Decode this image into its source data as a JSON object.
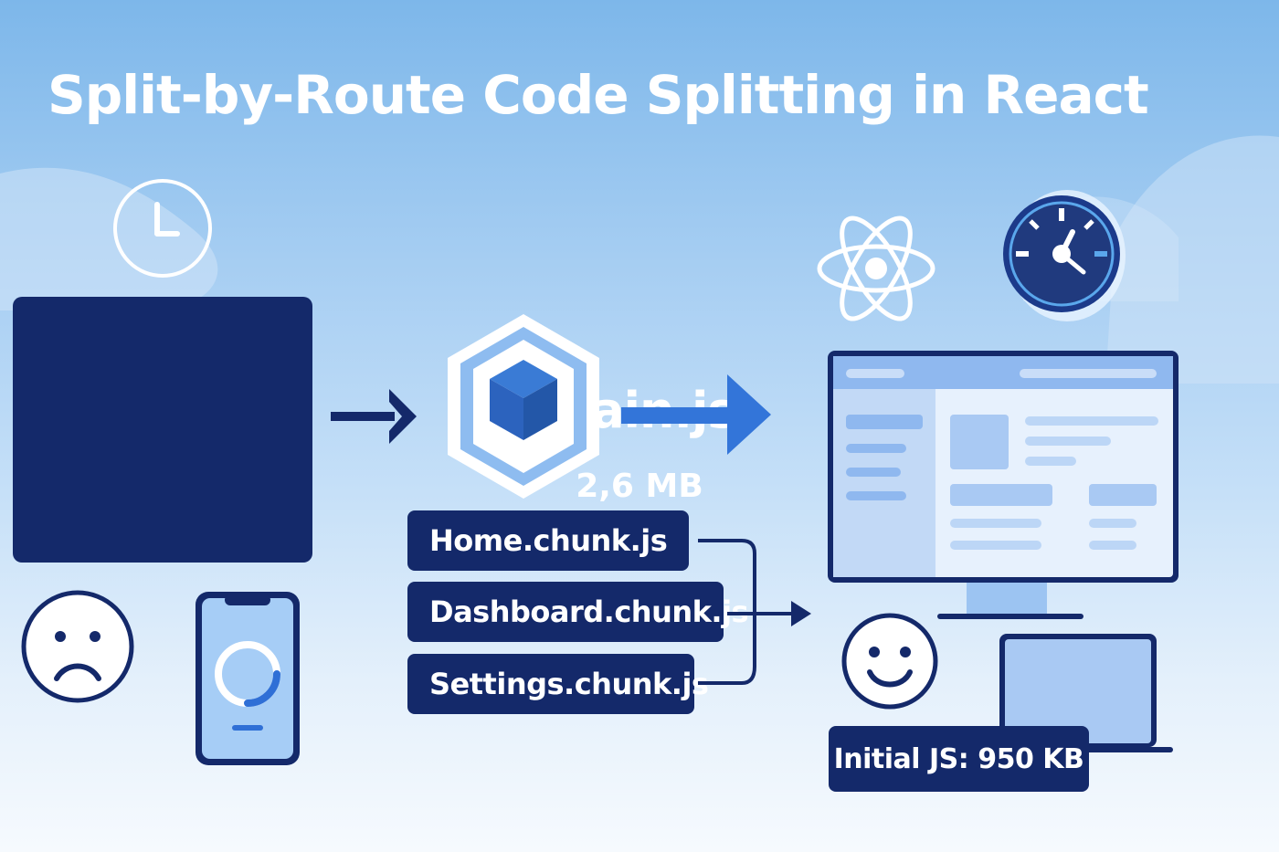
{
  "title": "Split-by-Route Code Splitting in React",
  "main_bundle": {
    "name": "Main.js",
    "size": "2,6 MB"
  },
  "chunks": [
    "Home.chunk.js",
    "Dashboard.chunk.js",
    "Settings.chunk.js"
  ],
  "result": {
    "label": "Initial JS: 950 KB"
  },
  "icons": [
    "clock-icon",
    "sad-face-icon",
    "phone-loading-icon",
    "arrow-right-icon",
    "webpack-icon",
    "react-icon",
    "stopwatch-icon",
    "monitor-icon",
    "happy-face-icon",
    "laptop-icon"
  ],
  "colors": {
    "navy": "#14296a",
    "accent_blue": "#2f6fd6",
    "light_blue": "#8fb8ef",
    "white": "#ffffff"
  }
}
